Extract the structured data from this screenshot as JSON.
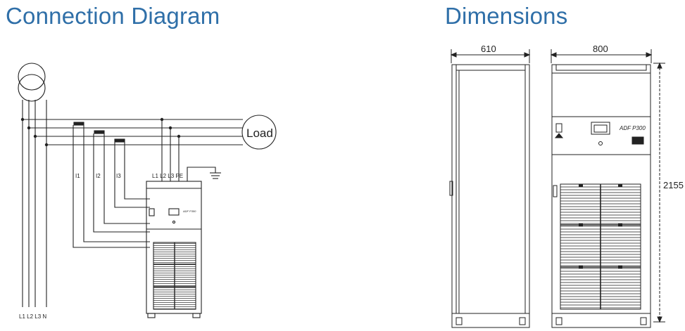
{
  "sections": {
    "connection_title": "Connection Diagram",
    "dimensions_title": "Dimensions"
  },
  "connection": {
    "load_label": "Load",
    "ct_labels": [
      "I1",
      "I2",
      "I3"
    ],
    "terminal_labels": "L1 L2 L3 PE",
    "bottom_labels": "L1 L2 L3 N",
    "unit_badge": "ADF P300"
  },
  "dimensions": {
    "depth": "610",
    "width": "800",
    "height": "2155",
    "model": "ADF P300"
  },
  "colors": {
    "title": "#2f6fa8",
    "line": "#222222"
  }
}
